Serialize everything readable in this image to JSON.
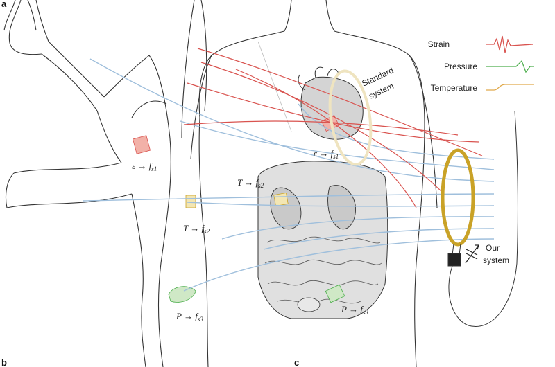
{
  "panels": {
    "a": "a",
    "b": "b",
    "c": "c"
  },
  "legend": {
    "items": [
      {
        "label": "Strain",
        "color": "#d9534f"
      },
      {
        "label": "Pressure",
        "color": "#4cae4c"
      },
      {
        "label": "Temperature",
        "color": "#e0a94a"
      }
    ]
  },
  "labels": {
    "standard_system_line1": "Standard",
    "standard_system_line2": "system",
    "our_system_line1": "Our",
    "our_system_line2": "system",
    "eps_left": {
      "var": "ε → f",
      "sub": "s1"
    },
    "eps_heart": {
      "var": "ε → f",
      "sub": "s1"
    },
    "t_kidney": {
      "var": "T → f",
      "sub": "s2"
    },
    "t_back": {
      "var": "T → f",
      "sub": "s2"
    },
    "p_back": {
      "var": "P → f",
      "sub": "s3"
    },
    "p_gut": {
      "var": "P → f",
      "sub": "s3"
    }
  },
  "colors": {
    "strain": "#d9534f",
    "pressure": "#4cae4c",
    "temperature": "#e0a94a",
    "field_lines": "#9fbfdc",
    "coil_gold": "#c9a227",
    "standard_coil": "#efe4c0",
    "outline": "#333333",
    "organ_fill": "#d9d9d9"
  }
}
